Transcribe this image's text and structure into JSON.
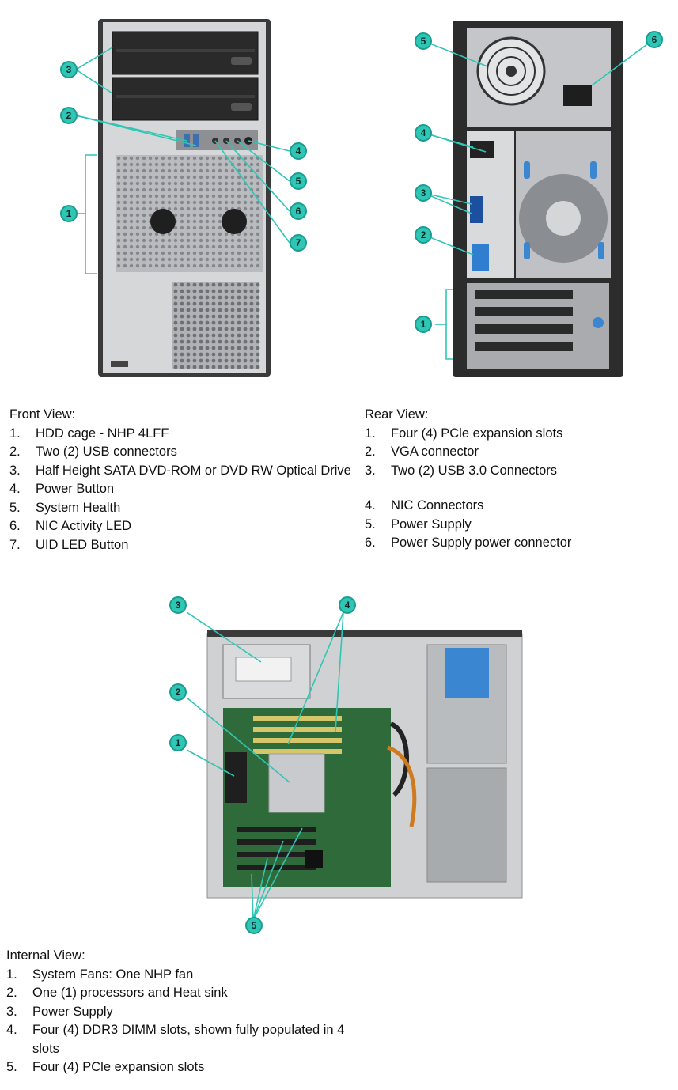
{
  "front": {
    "heading": "Front View:",
    "items": [
      {
        "num": "1.",
        "text": "HDD cage - NHP 4LFF"
      },
      {
        "num": "2.",
        "text": "Two (2) USB connectors"
      },
      {
        "num": "3.",
        "text": "Half Height SATA DVD-ROM or DVD RW Optical Drive"
      },
      {
        "num": "4.",
        "text": "Power Button"
      },
      {
        "num": "5.",
        "text": "System Health"
      },
      {
        "num": "6.",
        "text": "NIC Activity LED"
      },
      {
        "num": "7.",
        "text": "UID LED Button"
      }
    ],
    "callouts": [
      "1",
      "2",
      "3",
      "4",
      "5",
      "6",
      "7"
    ]
  },
  "rear": {
    "heading": "Rear View:",
    "items": [
      {
        "num": "1.",
        "text": "Four (4) PCle expansion slots"
      },
      {
        "num": "2.",
        "text": "VGA connector"
      },
      {
        "num": "3.",
        "text": "Two (2) USB 3.0 Connectors"
      },
      {
        "num": "4.",
        "text": "NIC Connectors"
      },
      {
        "num": "5.",
        "text": "Power Supply"
      },
      {
        "num": "6.",
        "text": "Power Supply power connector"
      }
    ],
    "callouts": [
      "1",
      "2",
      "3",
      "4",
      "5",
      "6"
    ]
  },
  "internal": {
    "heading": "Internal View:",
    "items": [
      {
        "num": "1.",
        "text": "System Fans: One NHP fan"
      },
      {
        "num": "2.",
        "text": "One (1) processors and Heat sink"
      },
      {
        "num": "3.",
        "text": "Power Supply"
      },
      {
        "num": "4.",
        "text": "Four (4) DDR3 DIMM slots, shown fully populated in 4 slots"
      },
      {
        "num": "5.",
        "text": "Four (4) PCle expansion slots"
      }
    ],
    "callouts": [
      "1",
      "2",
      "3",
      "4",
      "5"
    ]
  },
  "colors": {
    "callout": "#2fc6b5",
    "chassis_dark": "#2b2b2b",
    "chassis_silver": "#c9cbcd",
    "pcb_green": "#2f6b3a",
    "accent_blue": "#3a86d0"
  }
}
